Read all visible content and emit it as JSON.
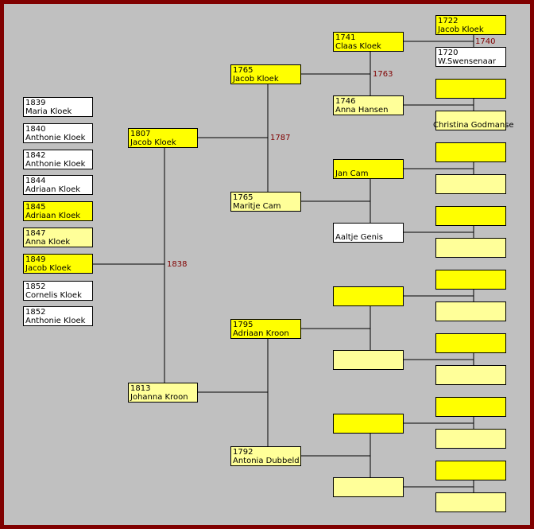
{
  "colors": {
    "border": "#800000",
    "background": "#c0c0c0",
    "direct_line": "#ffff00",
    "ancestor": "#ffff99",
    "sibling": "#ffffff",
    "year_text": "#800000"
  },
  "children": [
    {
      "year": "1839",
      "name": "Maria Kloek"
    },
    {
      "year": "1840",
      "name": "Anthonie Kloek"
    },
    {
      "year": "1842",
      "name": "Anthonie Kloek"
    },
    {
      "year": "1844",
      "name": "Adriaan Kloek"
    },
    {
      "year": "1845",
      "name": "Adriaan Kloek"
    },
    {
      "year": "1847",
      "name": "Anna Kloek"
    },
    {
      "year": "1849",
      "name": "Jacob Kloek"
    },
    {
      "year": "1852",
      "name": "Cornelis Kloek"
    },
    {
      "year": "1852",
      "name": "Anthonie Kloek"
    }
  ],
  "generation1": {
    "father": {
      "year": "1807",
      "name": "Jacob Kloek"
    },
    "mother": {
      "year": "1813",
      "name": "Johanna Kroon"
    },
    "marriage_year": "1838"
  },
  "generation2": {
    "paternal_father": {
      "year": "1765",
      "name": "Jacob Kloek"
    },
    "paternal_mother": {
      "year": "1765",
      "name": "Maritje Cam"
    },
    "paternal_marriage_year": "1787",
    "maternal_father": {
      "year": "1795",
      "name": "Adriaan Kroon"
    },
    "maternal_mother": {
      "year": "1792",
      "name": "Antonia Dubbeld"
    }
  },
  "generation3": {
    "claas": {
      "year": "1741",
      "name": "Claas Kloek"
    },
    "anna": {
      "year": "1746",
      "name": "Anna Hansen"
    },
    "claas_marriage_year": "1763",
    "jan": {
      "year": "",
      "name": "Jan Cam"
    },
    "aaltje": {
      "year": "",
      "name": "Aaltje Genis"
    }
  },
  "generation4": {
    "jacob": {
      "year": "1722",
      "name": "Jacob Kloek"
    },
    "wswensenaar": {
      "year": "1720",
      "name": "W.Swensenaar"
    },
    "jacob_marriage_year": "1740",
    "christina": {
      "year": "",
      "name": "Christina Godmanse"
    }
  }
}
